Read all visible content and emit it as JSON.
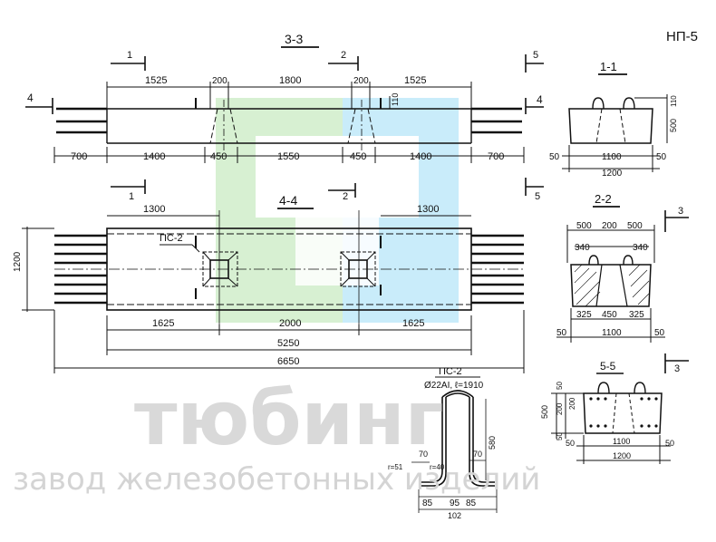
{
  "sheet": {
    "code": "НП-5"
  },
  "section_3_3": {
    "title": "3-3",
    "marks": {
      "cut1": "1",
      "cut2": "2",
      "cut5": "5",
      "cut4": "4"
    },
    "top_dims": [
      "1525",
      "200",
      "1800",
      "200",
      "1525"
    ],
    "bottom_dims": [
      "700",
      "1400",
      "450",
      "1550",
      "450",
      "1400",
      "700"
    ],
    "side_dim": "110"
  },
  "section_4_4": {
    "title": "4-4",
    "marks": {
      "cut1": "1",
      "cut2": "2",
      "cut5": "5"
    },
    "rebar_label": "ПС-2",
    "top_dims": [
      "1300",
      "1300"
    ],
    "bottom_dims": [
      "1625",
      "2000",
      "1625"
    ],
    "overall_dims": [
      "5250",
      "6650"
    ],
    "height_dim": "1200"
  },
  "section_1_1": {
    "title": "1-1",
    "dims": [
      "50",
      "1100",
      "50",
      "1200"
    ],
    "side_dims": [
      "110",
      "500"
    ]
  },
  "section_2_2": {
    "title": "2-2",
    "cut_mark": "3",
    "top_dims": [
      "500",
      "200",
      "500"
    ],
    "mid_dims": [
      "340",
      "340"
    ],
    "lower_dims": [
      "325",
      "450",
      "325"
    ],
    "base_dims": [
      "50",
      "1100",
      "50"
    ]
  },
  "section_5_5": {
    "title": "5-5",
    "cut_mark": "3",
    "side_dims": [
      "500",
      "200",
      "200",
      "50",
      "50"
    ],
    "base_dims": [
      "50",
      "1100",
      "50",
      "1200"
    ]
  },
  "rebar_ps2": {
    "title": "ПС-2",
    "spec": "Ø22AI, ℓ=1910",
    "dims": [
      "580",
      "70",
      "70",
      "r=51",
      "r=40",
      "85",
      "95",
      "85",
      "102"
    ]
  },
  "watermark": {
    "brand": "тюбинг",
    "tagline": "завод железобетонных изделий",
    "colors": {
      "green": "#d7f0d2",
      "blue": "#c9ecfa",
      "text": "#d4d4d4"
    }
  }
}
